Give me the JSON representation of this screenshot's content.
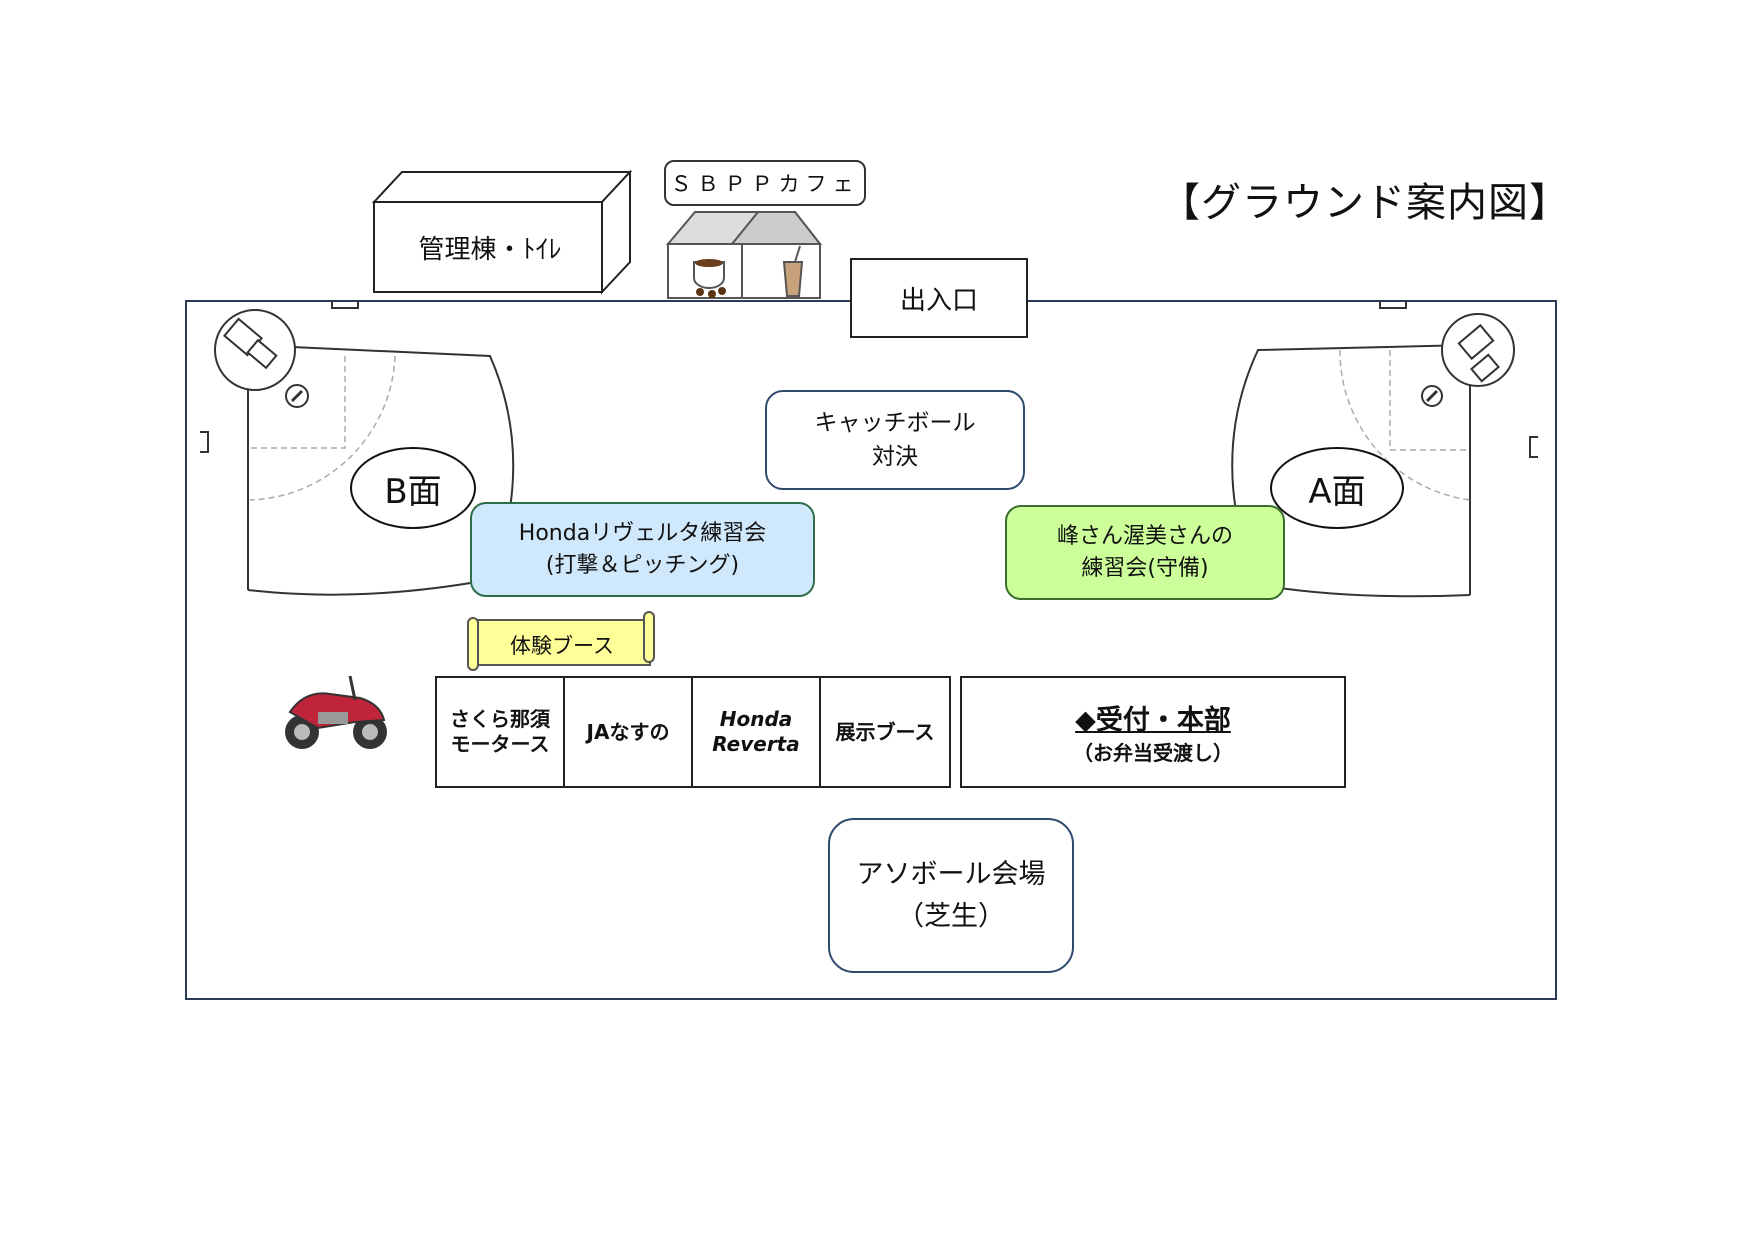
{
  "title": "【グラウンド案内図】",
  "buildings": {
    "admin": "管理棟・ﾄｲﾚ",
    "cafe": "ＳＢＰＰカフェ",
    "entrance": "出入口"
  },
  "fields": {
    "b_face": "B面",
    "a_face": "A面"
  },
  "events": {
    "catch_ball": {
      "line1": "キャッチボール",
      "line2": "対決"
    },
    "honda_practice": {
      "line1": "Hondaリヴェルタ練習会",
      "line2": "(打撃＆ピッチング)"
    },
    "mine_practice": {
      "line1": "峰さん渥美さんの",
      "line2": "練習会(守備)"
    },
    "asoball": {
      "line1": "アソボール会場",
      "line2": "（芝生）"
    }
  },
  "booth_area": {
    "label": "体験ブース",
    "booths": [
      {
        "line1": "さくら那須",
        "line2": "モータース"
      },
      {
        "line1": "JAなすの",
        "line2": ""
      },
      {
        "line1": "Honda",
        "line2": "Reverta"
      },
      {
        "line1": "展示ブース",
        "line2": ""
      }
    ]
  },
  "reception": {
    "main": "◆受付・本部",
    "sub": "（お弁当受渡し）"
  },
  "colors": {
    "honda_box": "#cfe8fb",
    "mine_box": "#ccff99",
    "scroll": "#ffff99",
    "border": "#2f4a6e"
  },
  "icons": [
    "motorcycle-icon",
    "coffee-cup-icon",
    "iced-coffee-icon",
    "tent-icon",
    "scoreboard-icon",
    "pitcher-mound-icon"
  ]
}
